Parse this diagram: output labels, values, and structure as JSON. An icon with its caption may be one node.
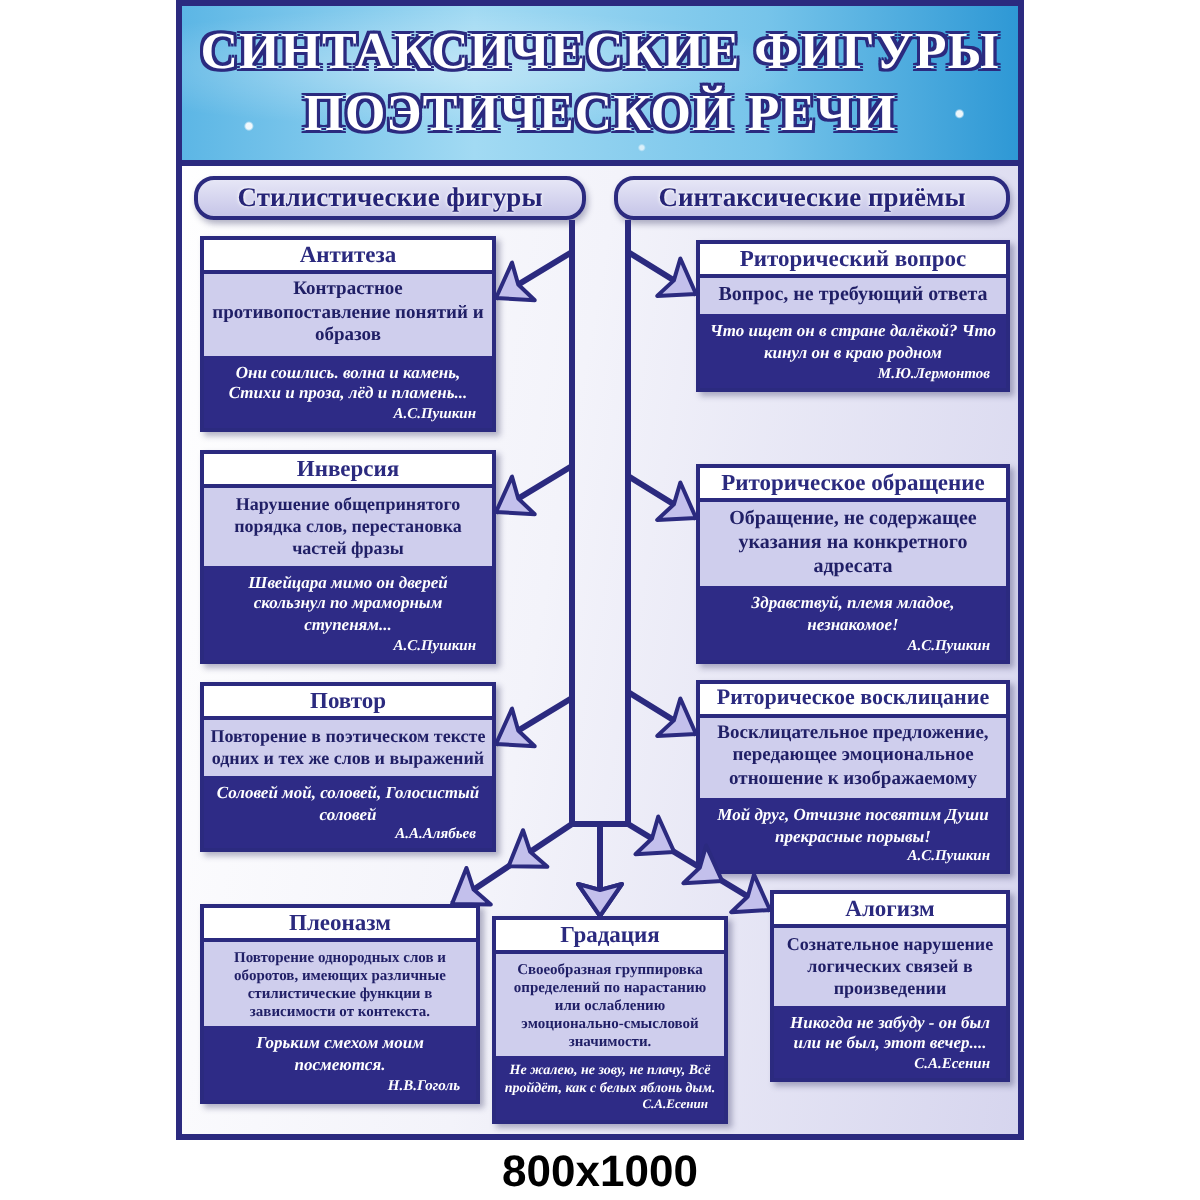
{
  "diagram": {
    "title": "СИНТАКСИЧЕСКИЕ ФИГУРЫ ПОЭТИЧЕСКОЙ РЕЧИ",
    "nodes": [
      {
        "text": [
          "Стилистические фигуры"
        ]
      },
      {
        "text": [
          "Синтаксические приёмы"
        ]
      },
      {
        "text": [
          "Антитеза",
          "Контрастное противопоставление понятий и образов",
          "Они сошлись. волна и камень, Стихи и проза, лёд и пламень...",
          "А.С.Пушкин"
        ]
      },
      {
        "text": [
          "Риторический вопрос",
          "Вопрос, не требующий ответа",
          "Что ищет он в стране далёкой? Что кинул он в краю родном",
          "М.Ю.Лермонтов"
        ]
      },
      {
        "text": [
          "Инверсия",
          "Нарушение общепринятого порядка слов, перестановка частей фразы",
          "Швейцара мимо он дверей скользнул по мраморным ступеням...",
          "А.С.Пушкин"
        ]
      },
      {
        "text": [
          "Риторическое обращение",
          "Обращение, не содержащее указания на конкретного адресата",
          "Здравствуй, племя младое, незнакомое!",
          "А.С.Пушкин"
        ]
      },
      {
        "text": [
          "Повтор",
          "Повторение в поэтическом тексте одних и тех же слов и выражений",
          "Соловей мой, соловей, Голосистый соловей",
          "А.А.Алябьев"
        ]
      },
      {
        "text": [
          "Риторическое восклицание",
          "Восклицательное предложение, передающее эмоциональное отношение к изображаемому",
          "Мой друг, Отчизне посвятим Души прекрасные порывы!",
          "А.С.Пушкин"
        ]
      },
      {
        "text": [
          "Плеоназм",
          "Повторение однородных слов и оборотов, имеющих различные стилистические функции в зависимости от контекста.",
          "Горьким смехом моим посмеются.",
          "Н.В.Гоголь"
        ]
      },
      {
        "text": [
          "Градация",
          "Своеобразная группировка определений по нарастанию или ослаблению эмоционально-смысловой значимости.",
          "Не жалею, не зову, не плачу, Всё пройдёт, как с белых яблонь дым.",
          "С.А.Есенин"
        ]
      },
      {
        "text": [
          "Алогизм",
          "Сознательное нарушение логических связей в произведении",
          "Никогда не забуду - он был или не был, этот вечер....",
          "С.А.Есенин"
        ]
      }
    ],
    "edges": [
      {
        "from": 0,
        "to": 2,
        "arrow": "to"
      },
      {
        "from": 1,
        "to": 3,
        "arrow": "to"
      },
      {
        "from": 0,
        "to": 4,
        "arrow": "to"
      },
      {
        "from": 1,
        "to": 5,
        "arrow": "to"
      },
      {
        "from": 0,
        "to": 6,
        "arrow": "to"
      },
      {
        "from": 1,
        "to": 7,
        "arrow": "to"
      },
      {
        "from": 0,
        "to": 8,
        "arrow": "to"
      },
      {
        "from": 0,
        "to": 9,
        "arrow": "to"
      },
      {
        "from": 1,
        "to": 9,
        "arrow": "to"
      },
      {
        "from": 1,
        "to": 10,
        "arrow": "to"
      }
    ],
    "labels": [
      "800x1000"
    ]
  }
}
